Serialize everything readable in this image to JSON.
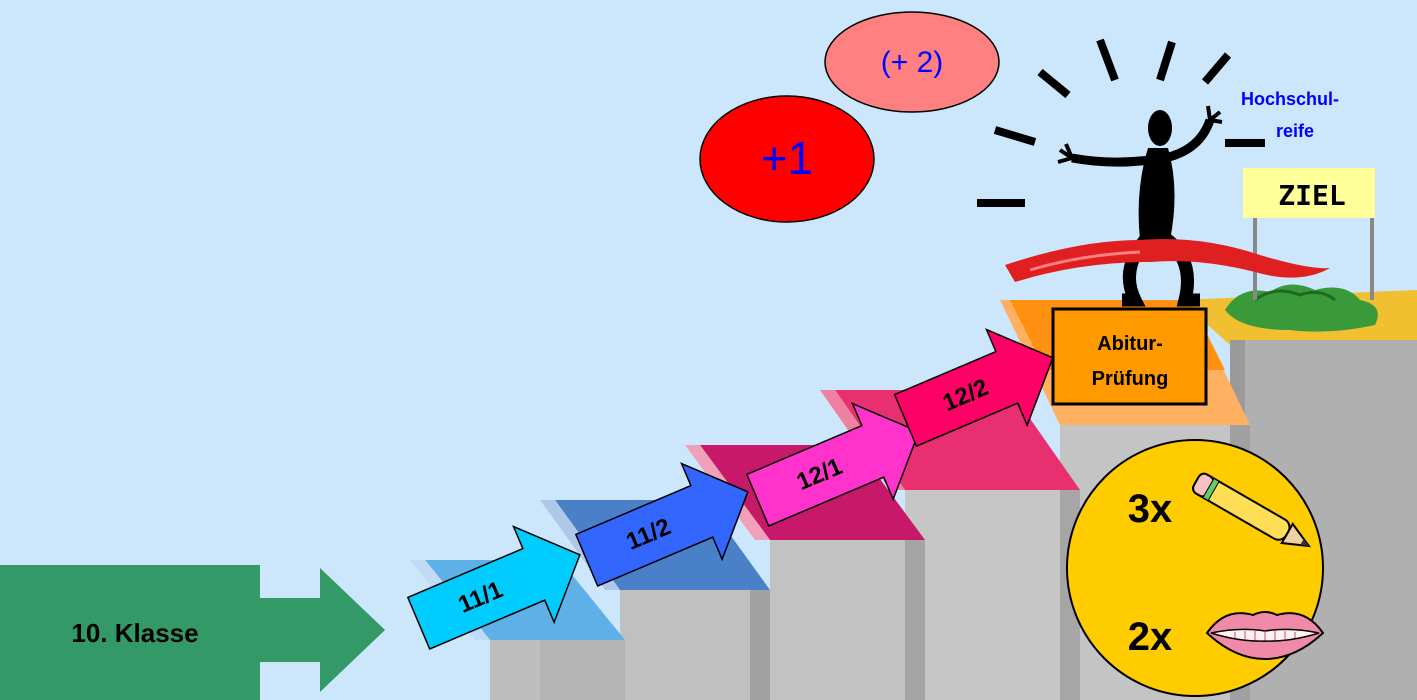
{
  "start_box": {
    "label": "10. Klasse",
    "color": "#339966"
  },
  "steps": [
    {
      "label": "11/1",
      "color": "#00ccff"
    },
    {
      "label": "11/2",
      "color": "#3366ff"
    },
    {
      "label": "12/1",
      "color": "#ff33cc"
    },
    {
      "label": "12/2",
      "color": "#ff0066"
    }
  ],
  "exam_box": {
    "line1": "Abitur-",
    "line2": "Prüfung",
    "color": "#ff9900"
  },
  "exams": {
    "written": {
      "label": "3x",
      "icon": "pencil-icon"
    },
    "oral": {
      "label": "2x",
      "icon": "lips-icon"
    },
    "color": "#ffcc00"
  },
  "bonus": {
    "plus_one": {
      "label": "+1",
      "color": "#ff0000",
      "text_color": "#0000ff"
    },
    "plus_two": {
      "label": "(+ 2)",
      "color": "#ff8080",
      "text_color": "#0000ff"
    }
  },
  "goal": {
    "line1": "Hochschul-",
    "line2": "reife",
    "text_color": "#0000ff",
    "sign": "ZIEL",
    "sign_color": "#ffff99"
  }
}
